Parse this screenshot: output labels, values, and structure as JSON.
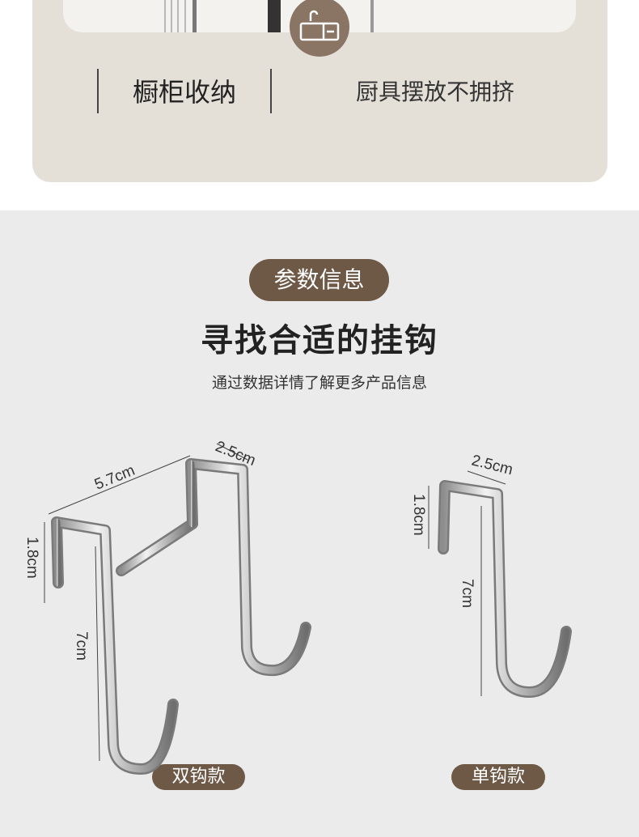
{
  "top_section": {
    "feature_left": "橱柜收纳",
    "feature_right": "厨具摆放不拥挤",
    "badge_icon": "sink-icon"
  },
  "params_section": {
    "tag": "参数信息",
    "title": "寻找合适的挂钩",
    "subtitle": "通过数据详情了解更多产品信息"
  },
  "double_hook": {
    "label": "双钩款",
    "width_dim": "5.7cm",
    "depth_dim": "2.5cm",
    "drop_dim": "1.8cm",
    "length_dim": "7cm"
  },
  "single_hook": {
    "label": "单钩款",
    "depth_dim": "2.5cm",
    "drop_dim": "1.8cm",
    "length_dim": "7cm"
  },
  "colors": {
    "pill": "#6e5846",
    "badge": "#8a7565",
    "card": "#e4e0d8",
    "section_bg": "#ebebeb"
  }
}
